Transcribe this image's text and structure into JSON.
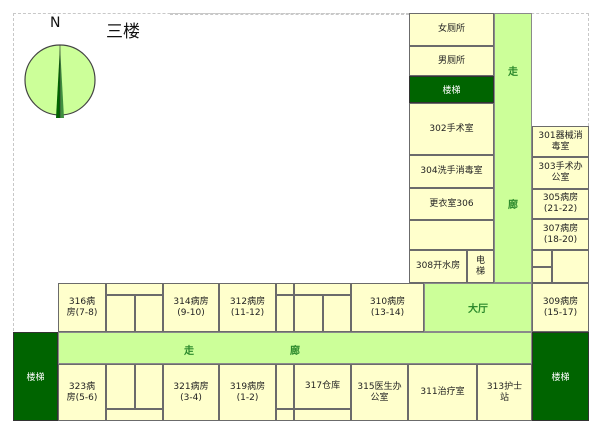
{
  "header": {
    "floor_title": "三楼",
    "north_label": "N"
  },
  "colors": {
    "room_fill": "#ffffcc",
    "hall_fill": "#ccff99",
    "stair_fill": "#006400",
    "hall_text": "#2c8a2c",
    "compass_fill": "#ccff99"
  },
  "icons": {
    "compass": "north-arrow-icon"
  },
  "halls": {
    "corridor_north_1": "走",
    "corridor_north_2": "廊",
    "lobby": "大厅",
    "corridor_south_1": "走",
    "corridor_south_2": "廊"
  },
  "rooms": {
    "womens_restroom": "女厕所",
    "mens_restroom": "男厕所",
    "stairs_north": "楼梯",
    "r302": "302手术室",
    "r301": "301器械消\n毒室",
    "r303": "303手术办\n公室",
    "r304": "304洗手消毒室",
    "r305": "305病房\n(21-22)",
    "r306": "更衣室306",
    "r307": "307病房\n(18-20)",
    "r308": "308开水房",
    "elevator": "电\n梯",
    "r316": "316病\n房(7-8)",
    "r314": "314病房\n(9-10)",
    "r312": "312病房\n(11-12)",
    "r310": "310病房\n(13-14)",
    "r309": "309病房\n(15-17)",
    "stairs_west": "楼梯",
    "stairs_east": "楼梯",
    "r323": "323病\n房(5-6)",
    "r321": "321病房\n(3-4)",
    "r319": "319病房\n(1-2)",
    "r317": "317仓库",
    "r315": "315医生办\n公室",
    "r311": "311治疗室",
    "r313": "313护士\n站"
  }
}
